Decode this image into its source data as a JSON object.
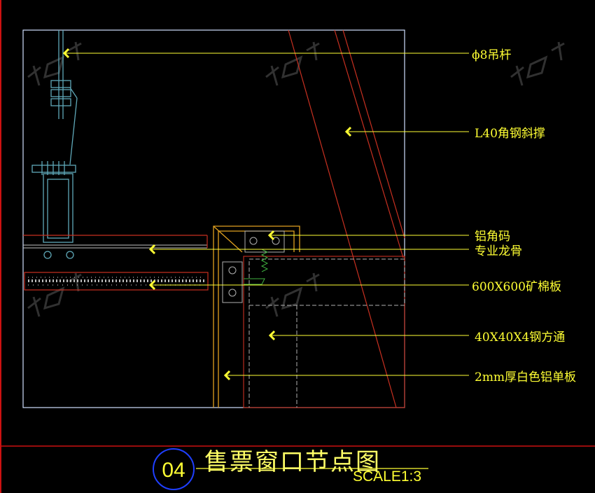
{
  "callouts": [
    {
      "id": "rod",
      "label": "ϕ8吊杆"
    },
    {
      "id": "brace",
      "label": "L40角钢斜撑"
    },
    {
      "id": "alu-angle",
      "label": "铝角码"
    },
    {
      "id": "keel",
      "label": "专业龙骨"
    },
    {
      "id": "mineral-board",
      "label": "600X600矿棉板"
    },
    {
      "id": "steel-tube",
      "label": "40X40X4钢方通"
    },
    {
      "id": "alu-panel",
      "label": "2mm厚白色铝单板"
    }
  ],
  "titleblock": {
    "number": "04",
    "title": "售票窗口节点图",
    "scale": "SCALE1:3"
  },
  "colors": {
    "background": "#000000",
    "frame": "#cc1111",
    "detail_border": "#d0e0ff",
    "leader": "#ffff33",
    "panel": "#e0a020",
    "brace": "#c83020",
    "circle": "#1f3fff"
  }
}
